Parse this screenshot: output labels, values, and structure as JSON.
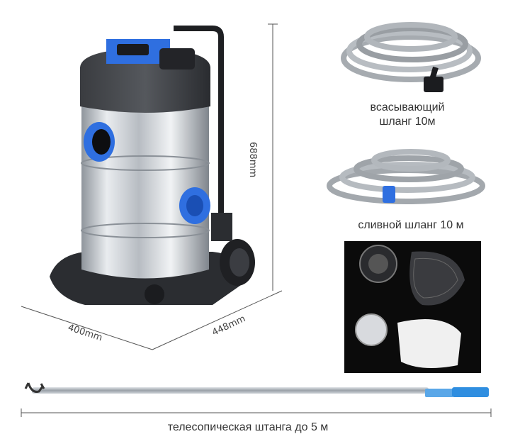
{
  "labels": {
    "suction_hose": "всасывающий\nшланг 10м",
    "drain_hose": "сливной шланг 10 м",
    "telescopic_pole": "телесопическая штанга до 5 м"
  },
  "dimensions": {
    "height": "688mm",
    "width": "400mm",
    "depth": "448mm"
  },
  "colors": {
    "accent_blue": "#2f6fe0",
    "steel": "#c9cdd2",
    "dark": "#2e3034"
  },
  "icons": [
    "vacuum-cleaner-illustration",
    "suction-hose-illustration",
    "drain-hose-illustration",
    "filter-bags-photo",
    "telescopic-pole-illustration"
  ]
}
